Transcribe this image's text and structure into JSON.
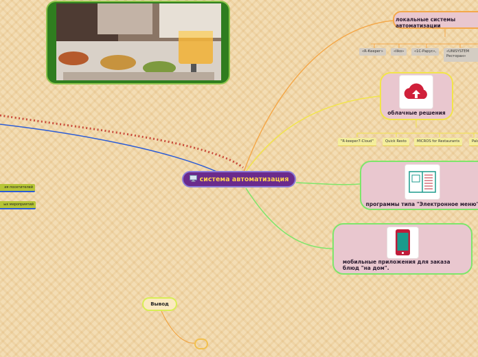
{
  "root": {
    "label": "система автоматизация",
    "icon": "computer-icon"
  },
  "local_systems": {
    "label": "локальные системы автоматизации",
    "children": [
      "«R-Кеерег»",
      "«Iiko»",
      "«1С-Рарус»,",
      "«UNISYSTEM Ресторан»"
    ]
  },
  "cloud": {
    "label": "облачные решения",
    "icon": "cloud-upload-icon",
    "children": [
      "\"R-keeper7-Cloud\"",
      "Quick Resto",
      "MICROS for Restaurants",
      "Palo"
    ]
  },
  "menu_programs": {
    "label": "программы типа \"Электронное меню\"",
    "icon": "notebook-icon"
  },
  "mobile_apps": {
    "label": "мобильные приложения для заказа блюд \"на дом\".",
    "icon": "smartphone-icon"
  },
  "left_items": [
    "ия посетителей",
    "ых мероприятий"
  ],
  "conclusion": {
    "label": "Вывод"
  },
  "colors": {
    "root_fill": "#6a2a8c",
    "root_text": "#ffd54f",
    "orange_branch": "#f4a84a",
    "yellow_branch": "#f2e54a",
    "green_branch": "#7de66a",
    "blue_branch": "#2a5bd6",
    "dotted_branch": "#c94b3a",
    "card_fill": "#e9c7cf",
    "cloud_red": "#d0203a"
  }
}
